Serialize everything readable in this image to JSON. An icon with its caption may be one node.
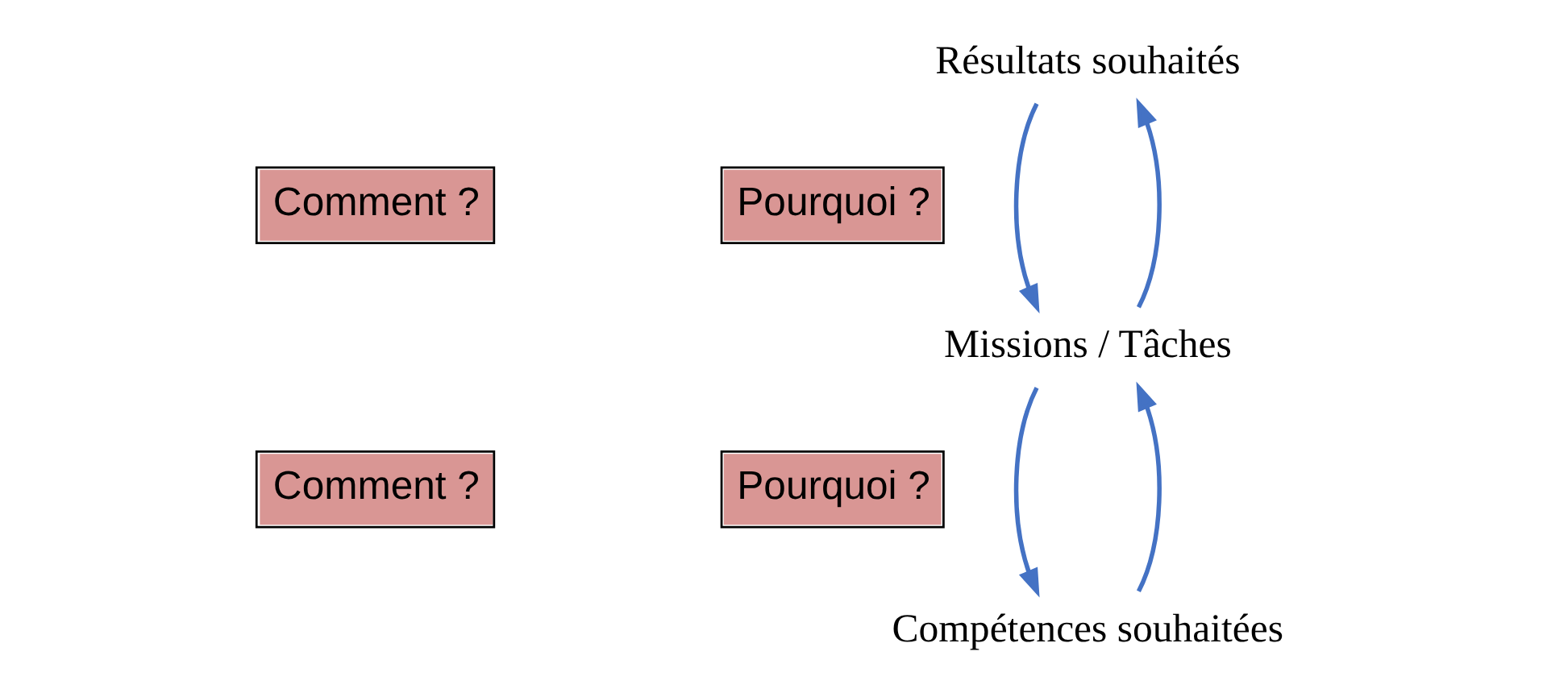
{
  "diagram": {
    "nodes": [
      {
        "text": [
          "Résultats souhaités"
        ]
      },
      {
        "text": [
          "Comment ?"
        ]
      },
      {
        "text": [
          "Pourquoi ?"
        ]
      },
      {
        "text": [
          "Missions / Tâches"
        ]
      },
      {
        "text": [
          "Comment ?"
        ]
      },
      {
        "text": [
          "Pourquoi ?"
        ]
      },
      {
        "text": [
          "Compétences souhaitées"
        ]
      }
    ],
    "edges": [
      {
        "from": 0,
        "to": 3,
        "arrow": "to"
      },
      {
        "from": 3,
        "to": 0,
        "arrow": "to"
      },
      {
        "from": 3,
        "to": 6,
        "arrow": "to"
      },
      {
        "from": 6,
        "to": 3,
        "arrow": "to"
      }
    ]
  }
}
